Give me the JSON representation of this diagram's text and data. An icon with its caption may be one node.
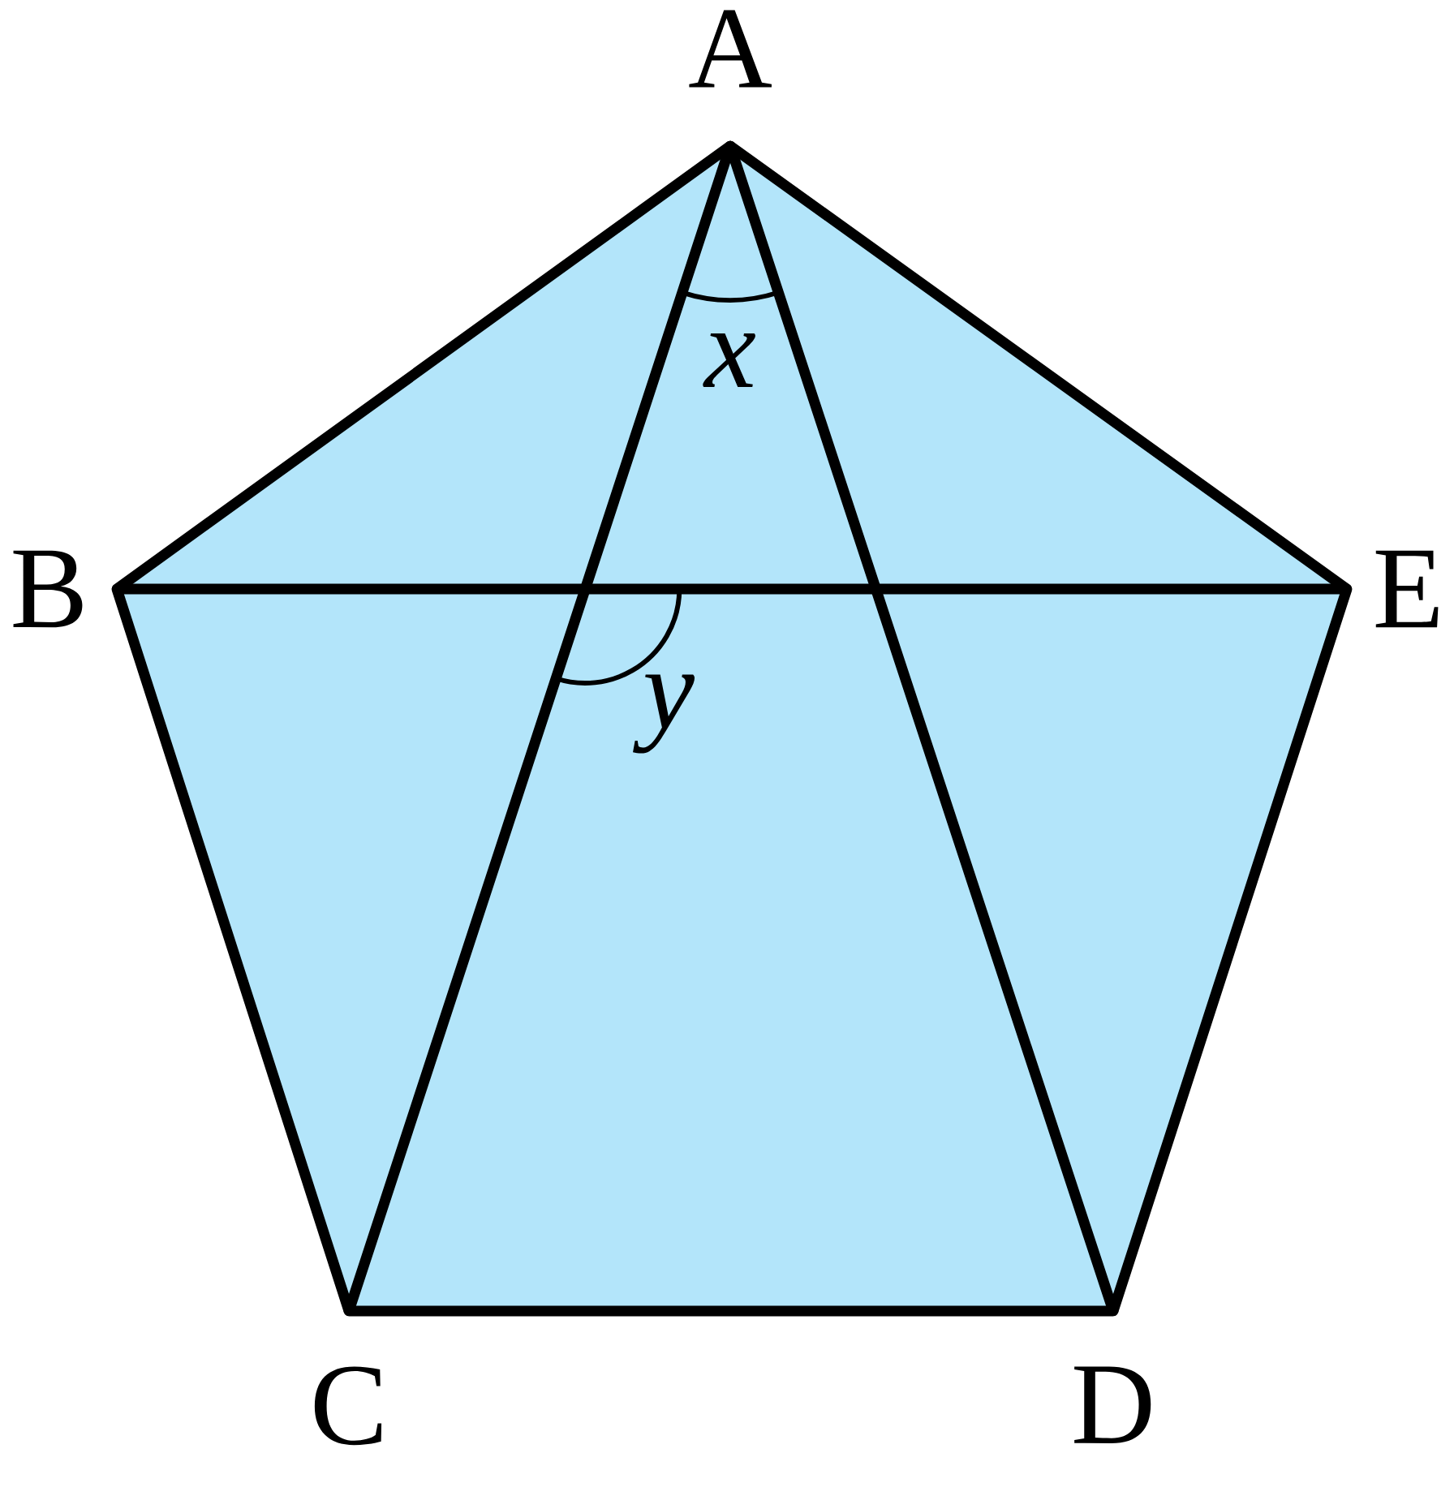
{
  "diagram": {
    "nodes": [
      {
        "text": [
          "A"
        ]
      },
      {
        "text": [
          "B"
        ]
      },
      {
        "text": [
          "E"
        ]
      },
      {
        "text": [
          "C"
        ]
      },
      {
        "text": [
          "D"
        ]
      }
    ],
    "edges": [
      {
        "from": 0,
        "to": 1,
        "arrow": "none"
      },
      {
        "from": 0,
        "to": 2,
        "arrow": "none"
      },
      {
        "from": 1,
        "to": 2,
        "arrow": "none"
      },
      {
        "from": 1,
        "to": 3,
        "arrow": "none"
      },
      {
        "from": 3,
        "to": 4,
        "arrow": "none"
      },
      {
        "from": 4,
        "to": 2,
        "arrow": "none"
      },
      {
        "from": 0,
        "to": 3,
        "arrow": "none"
      },
      {
        "from": 0,
        "to": 4,
        "arrow": "none"
      }
    ],
    "labels": [
      "x",
      "y"
    ]
  }
}
